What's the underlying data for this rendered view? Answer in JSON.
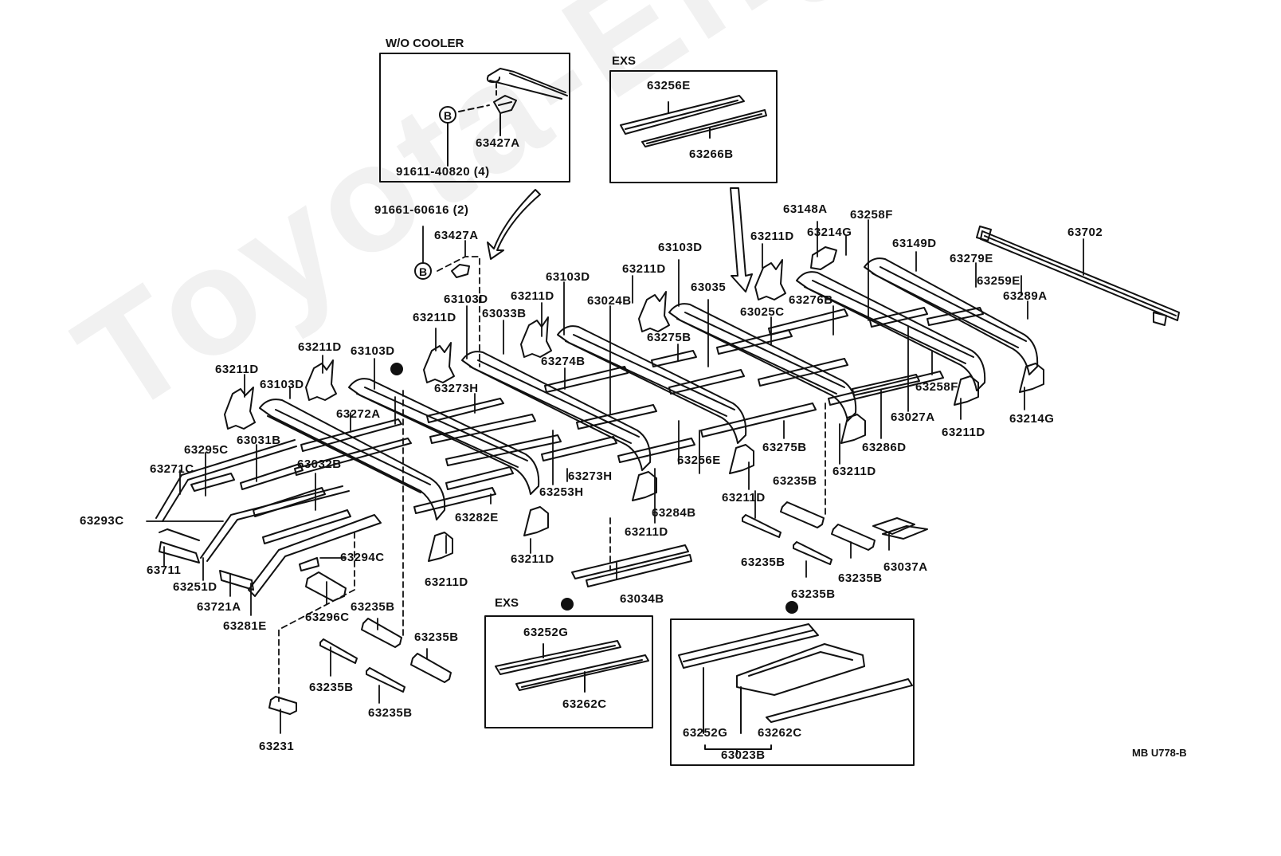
{
  "diagram": {
    "watermark": "Toyota-Engine.ru",
    "drawing_code": "MB U778-B",
    "insets": [
      {
        "id": "wo-cooler",
        "title": "W/O COOLER",
        "labels": [
          "63427A",
          "91611-40820 (4)"
        ],
        "callout": "B"
      },
      {
        "id": "exs-top",
        "title": "EXS",
        "labels": [
          "63256E",
          "63266B"
        ]
      },
      {
        "id": "exs-bottom",
        "title": "EXS",
        "labels": [
          "63252G",
          "63262C"
        ]
      },
      {
        "id": "sunroof",
        "title": "",
        "labels": [
          "63252G",
          "63262C",
          "63023B"
        ]
      }
    ],
    "callouts": {
      "b_main": "B",
      "b_inset": "B"
    },
    "labels": [
      {
        "id": "l01",
        "text": "91661-60616 (2)"
      },
      {
        "id": "l02",
        "text": "63427A"
      },
      {
        "id": "l03",
        "text": "63103D"
      },
      {
        "id": "l04",
        "text": "63211D"
      },
      {
        "id": "l05",
        "text": "63033B"
      },
      {
        "id": "l06",
        "text": "63211D"
      },
      {
        "id": "l07",
        "text": "63103D"
      },
      {
        "id": "l08",
        "text": "63211D"
      },
      {
        "id": "l09",
        "text": "63024B"
      },
      {
        "id": "l10",
        "text": "63103D"
      },
      {
        "id": "l11",
        "text": "63035"
      },
      {
        "id": "l12",
        "text": "63211D"
      },
      {
        "id": "l13",
        "text": "63148A"
      },
      {
        "id": "l14",
        "text": "63214G"
      },
      {
        "id": "l15",
        "text": "63258F"
      },
      {
        "id": "l16",
        "text": "63149D"
      },
      {
        "id": "l17",
        "text": "63702"
      },
      {
        "id": "l18",
        "text": "63279E"
      },
      {
        "id": "l19",
        "text": "63259E"
      },
      {
        "id": "l20",
        "text": "63289A"
      },
      {
        "id": "l21",
        "text": "63276B"
      },
      {
        "id": "l22",
        "text": "63025C"
      },
      {
        "id": "l23",
        "text": "63275B"
      },
      {
        "id": "l24",
        "text": "63274B"
      },
      {
        "id": "l25",
        "text": "63273H"
      },
      {
        "id": "l26",
        "text": "63211D"
      },
      {
        "id": "l27",
        "text": "63103D"
      },
      {
        "id": "l28",
        "text": "63211D"
      },
      {
        "id": "l29",
        "text": "63103D"
      },
      {
        "id": "l30",
        "text": "63272A"
      },
      {
        "id": "l31",
        "text": "63295C"
      },
      {
        "id": "l32",
        "text": "63031B"
      },
      {
        "id": "l33",
        "text": "63271C"
      },
      {
        "id": "l34",
        "text": "63032B"
      },
      {
        "id": "l35",
        "text": "63293C"
      },
      {
        "id": "l36",
        "text": "63711"
      },
      {
        "id": "l37",
        "text": "63251D"
      },
      {
        "id": "l38",
        "text": "63721A"
      },
      {
        "id": "l39",
        "text": "63281E"
      },
      {
        "id": "l40",
        "text": "63294C"
      },
      {
        "id": "l41",
        "text": "63296C"
      },
      {
        "id": "l42",
        "text": "63235B"
      },
      {
        "id": "l43",
        "text": "63235B"
      },
      {
        "id": "l44",
        "text": "63235B"
      },
      {
        "id": "l45",
        "text": "63235B"
      },
      {
        "id": "l46",
        "text": "63231"
      },
      {
        "id": "l47",
        "text": "63282E"
      },
      {
        "id": "l48",
        "text": "63211D"
      },
      {
        "id": "l49",
        "text": "63211D"
      },
      {
        "id": "l50",
        "text": "63253H"
      },
      {
        "id": "l51",
        "text": "63273H"
      },
      {
        "id": "l52",
        "text": "63284B"
      },
      {
        "id": "l53",
        "text": "63211D"
      },
      {
        "id": "l54",
        "text": "63034B"
      },
      {
        "id": "l55",
        "text": "63256E"
      },
      {
        "id": "l56",
        "text": "63211D"
      },
      {
        "id": "l57",
        "text": "63275B"
      },
      {
        "id": "l58",
        "text": "63235B"
      },
      {
        "id": "l59",
        "text": "63235B"
      },
      {
        "id": "l60",
        "text": "63235B"
      },
      {
        "id": "l61",
        "text": "63235B"
      },
      {
        "id": "l62",
        "text": "63037A"
      },
      {
        "id": "l63",
        "text": "63211D"
      },
      {
        "id": "l64",
        "text": "63286D"
      },
      {
        "id": "l65",
        "text": "63027A"
      },
      {
        "id": "l66",
        "text": "63258F"
      },
      {
        "id": "l67",
        "text": "63211D"
      },
      {
        "id": "l68",
        "text": "63214G"
      }
    ]
  }
}
